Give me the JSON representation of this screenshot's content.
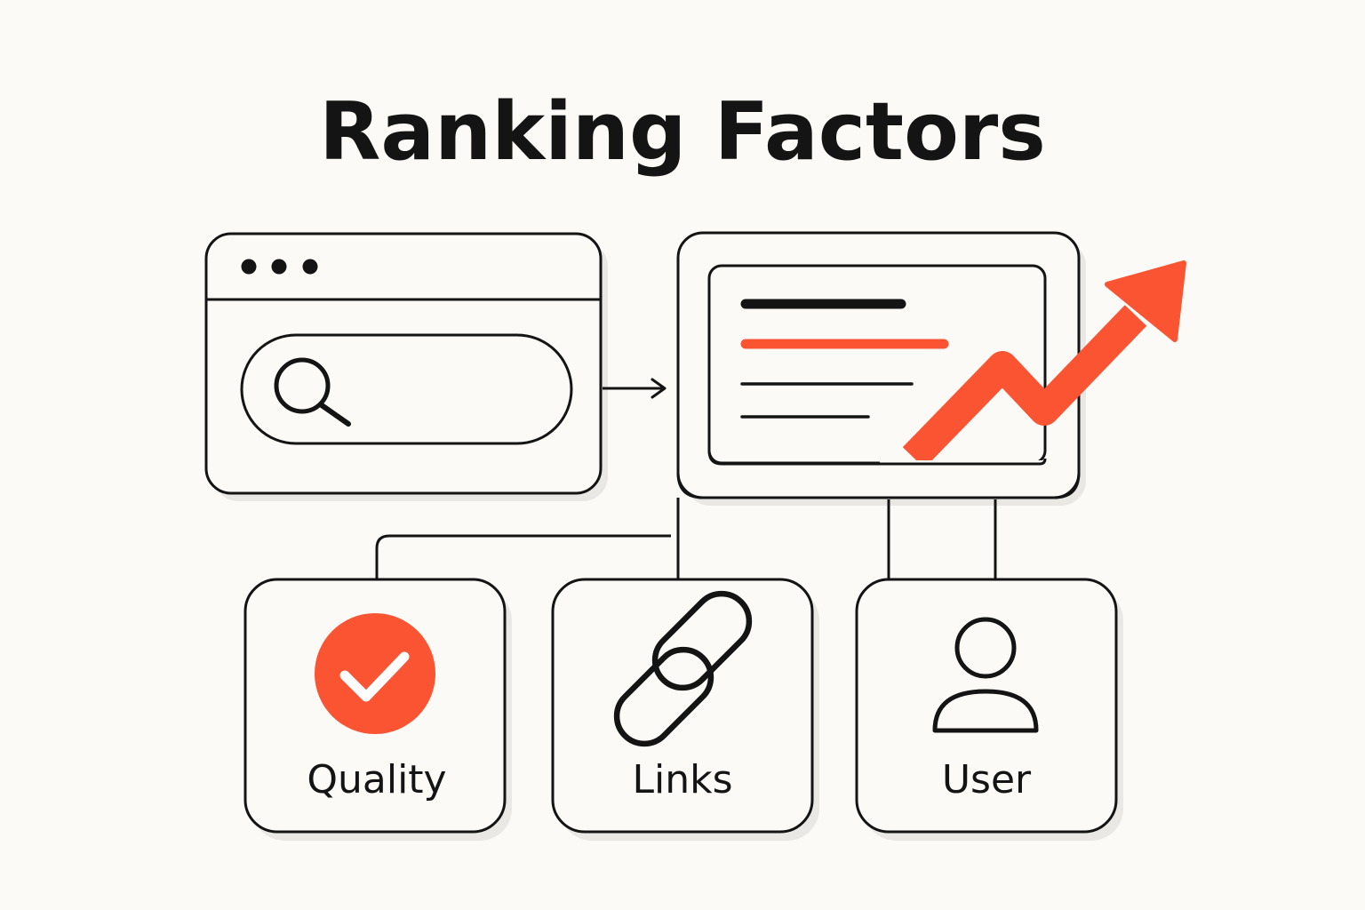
{
  "title": "Ranking Factors",
  "factors": [
    {
      "label": "Quality",
      "icon": "check-circle-icon"
    },
    {
      "label": "Links",
      "icon": "chain-link-icon"
    },
    {
      "label": "User",
      "icon": "user-icon"
    }
  ],
  "colors": {
    "background": "#fbfaf7",
    "ink": "#141414",
    "accent": "#fa5433"
  }
}
